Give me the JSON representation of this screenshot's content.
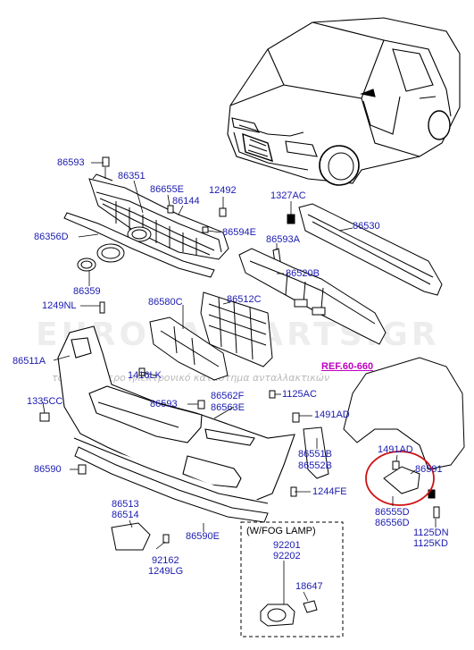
{
  "watermark": {
    "title": "EUROCARPARTS.GR",
    "subtitle": "το μεγαλύτερο ηλεκτρονικό κατάστημα ανταλλακτικών"
  },
  "reference": "REF.60-660",
  "fog_lamp_box": {
    "title": "(W/FOG LAMP)",
    "parts": [
      "92201",
      "92202",
      "18647"
    ]
  },
  "labels": {
    "p86593_top": "86593",
    "p86351": "86351",
    "p86655E": "86655E",
    "p86144": "86144",
    "p12492": "12492",
    "p1327AC": "1327AC",
    "p86530": "86530",
    "p86356D": "86356D",
    "p86594E": "86594E",
    "p86593A": "86593A",
    "p86520B": "86520B",
    "p86359": "86359",
    "p86580C": "86580C",
    "p86512C": "86512C",
    "p1249NL": "1249NL",
    "p86511A": "86511A",
    "p1416LK": "1416LK",
    "p1335CC": "1335CC",
    "p86593_mid": "86593",
    "p86562F": "86562F",
    "p86563E": "86563E",
    "p1125AC": "1125AC",
    "p1491AD_a": "1491AD",
    "p86551B": "86551B",
    "p86552B": "86552B",
    "p1491AD_b": "1491AD",
    "p86591": "86591",
    "p86590": "86590",
    "p1244FE": "1244FE",
    "p86555D": "86555D",
    "p86556D": "86556D",
    "p1125DN": "1125DN",
    "p1125KD": "1125KD",
    "p86513": "86513",
    "p86514": "86514",
    "p86590E": "86590E",
    "p92162": "92162",
    "p1249LG": "1249LG"
  },
  "colors": {
    "label": "#1a1ab0",
    "reference": "#c000c0",
    "highlight_circle": "#d01010",
    "line": "#000000"
  }
}
